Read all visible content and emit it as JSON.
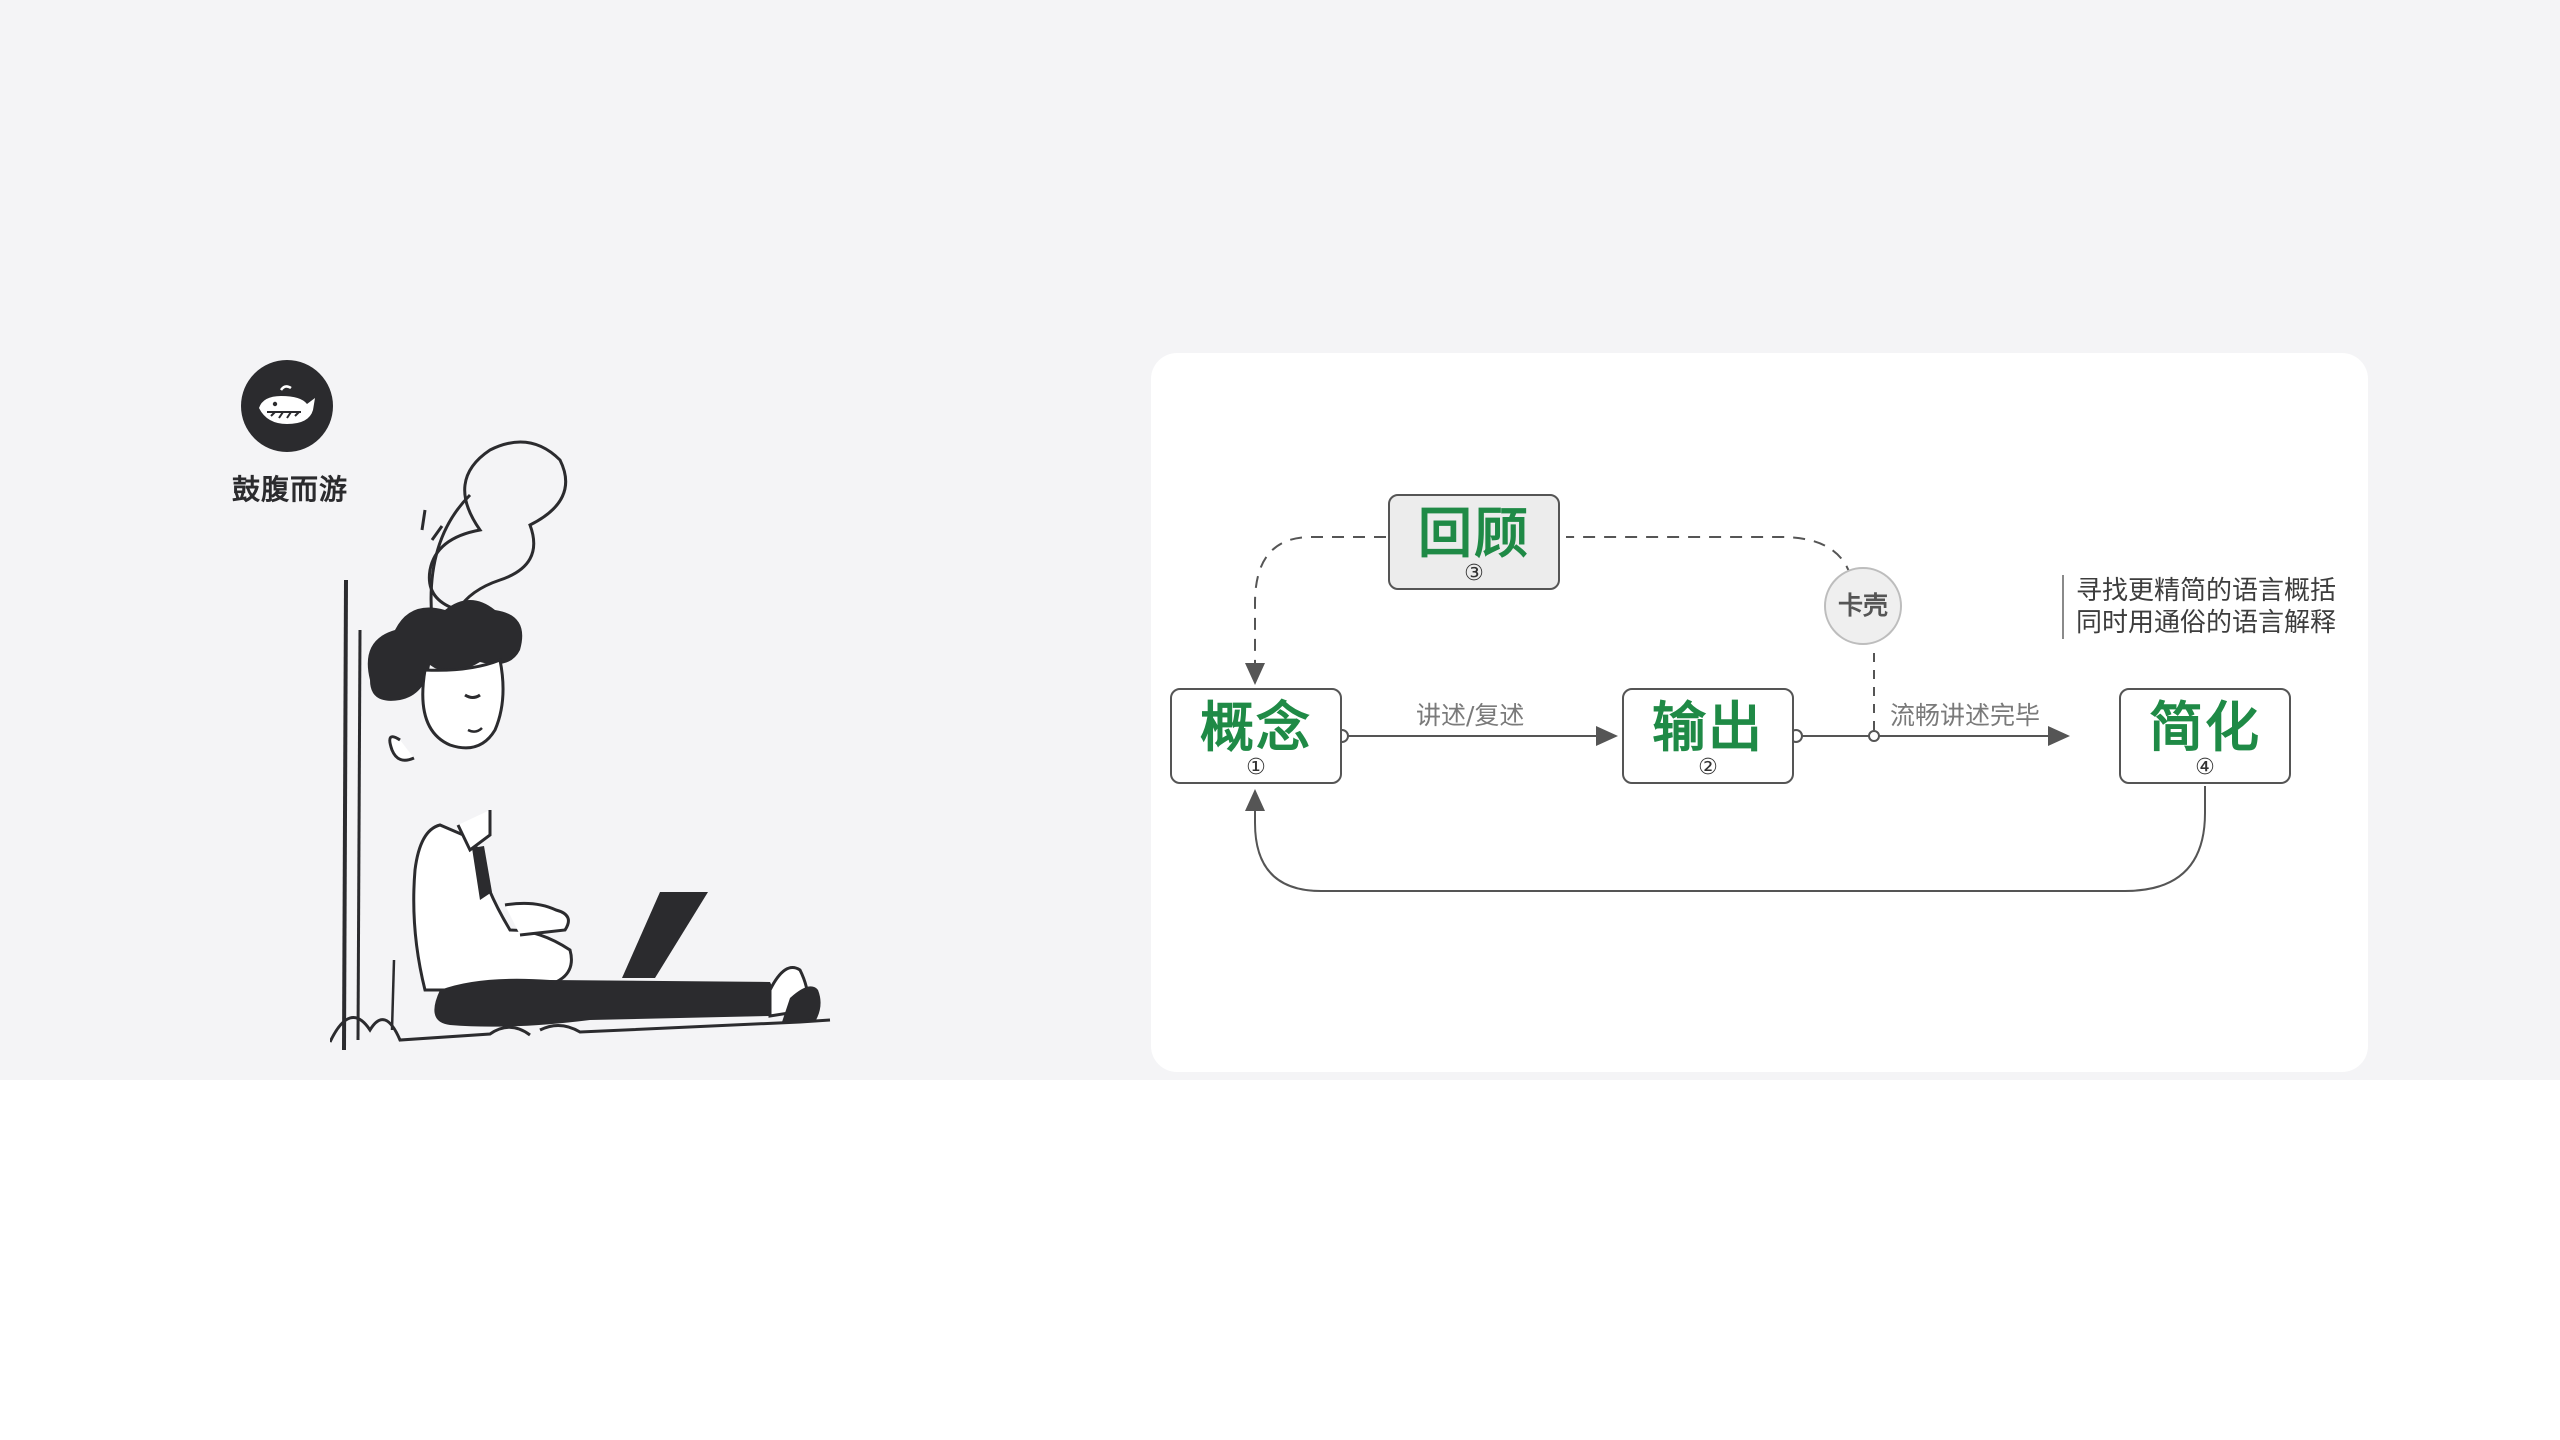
{
  "brand": {
    "name": "鼓腹而游",
    "logo_icon": "whale-icon"
  },
  "diagram": {
    "nodes": [
      {
        "id": "concept",
        "label": "概念",
        "num": "①"
      },
      {
        "id": "output",
        "label": "输出",
        "num": "②"
      },
      {
        "id": "review",
        "label": "回顾",
        "num": "③"
      },
      {
        "id": "simplify",
        "label": "简化",
        "num": "④"
      }
    ],
    "edge_labels": {
      "concept_to_output": "讲述/复述",
      "output_to_simplify": "流畅讲述完毕"
    },
    "stuck_label": "卡壳",
    "note_lines": [
      "寻找更精简的语言概括",
      "同时用通俗的语言解释"
    ]
  },
  "colors": {
    "accent_green": "#1f8a46",
    "background": "#f4f4f6",
    "card": "#ffffff"
  }
}
